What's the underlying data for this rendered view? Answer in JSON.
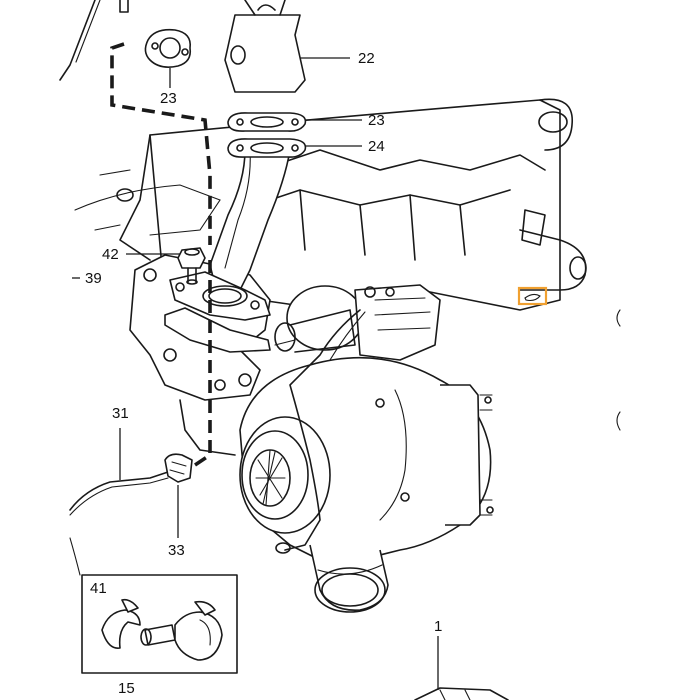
{
  "diagram": {
    "highlight_color": "#f0a030",
    "labels": {
      "n22": "22",
      "n23_top": "23",
      "n23_gasket": "23",
      "n24": "24",
      "n42": "42",
      "n39": "39",
      "n31": "31",
      "n33": "33",
      "n41": "41",
      "n15": "15",
      "n1": "1"
    }
  }
}
